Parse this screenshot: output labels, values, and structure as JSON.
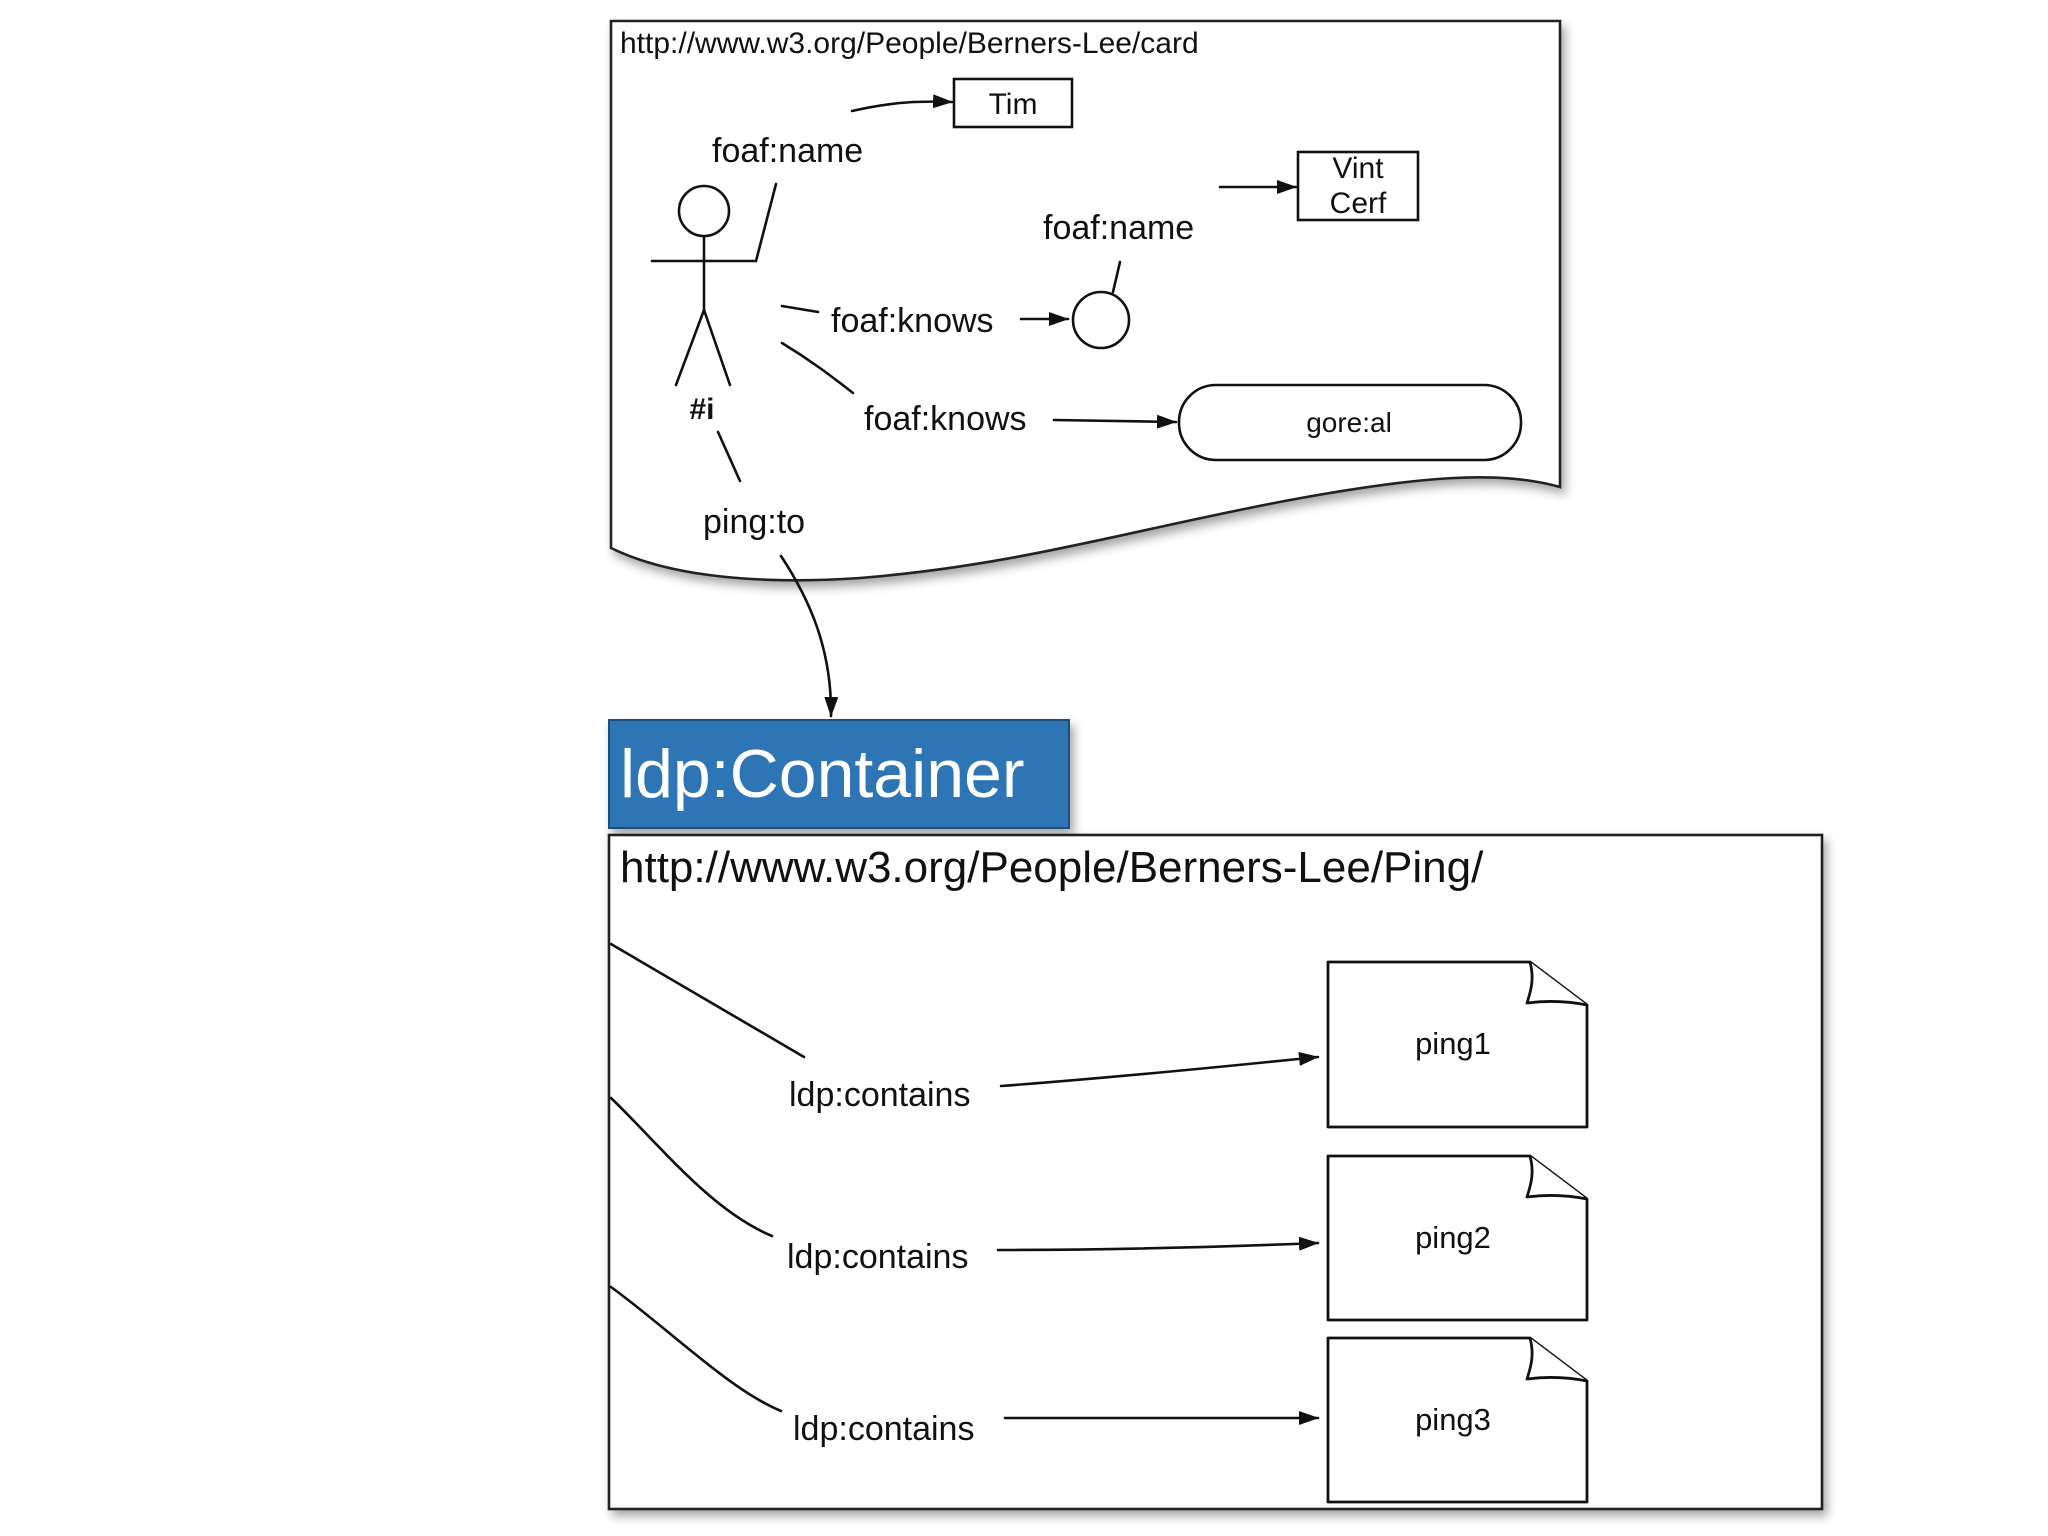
{
  "card": {
    "url": "http://www.w3.org/People/Berners-Lee/card",
    "subject_label": "#i",
    "name_predicate": "foaf:name",
    "name_value": "Tim",
    "knows_predicate_1": "foaf:knows",
    "knows_predicate_2": "foaf:knows",
    "friend_name_predicate": "foaf:name",
    "friend_name_line1": "Vint",
    "friend_name_line2": "Cerf",
    "gore_label": "gore:al",
    "ping_predicate": "ping:to"
  },
  "container": {
    "tag": "ldp:Container",
    "tag_color": "#2E75B6",
    "url": "http://www.w3.org/People/Berners-Lee/Ping/",
    "contains_predicates": [
      "ldp:contains",
      "ldp:contains",
      "ldp:contains"
    ],
    "members": [
      "ping1",
      "ping2",
      "ping3"
    ]
  }
}
